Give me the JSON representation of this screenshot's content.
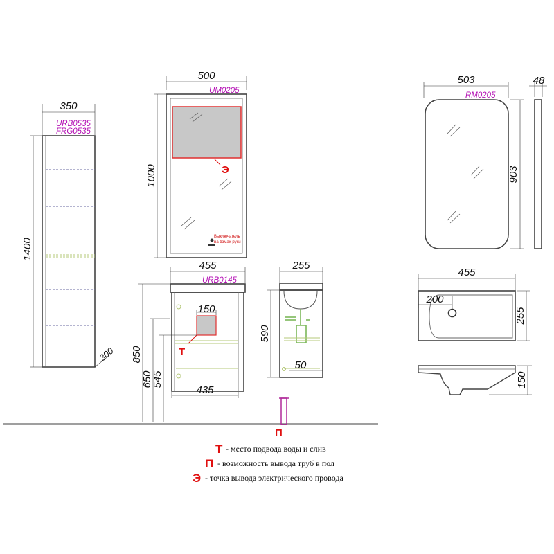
{
  "tall_cabinet": {
    "width": "350",
    "code_1": "URB0535",
    "code_2": "FRG0535",
    "height": "1400",
    "depth": "300"
  },
  "led_mirror": {
    "width": "500",
    "code": "UM0205",
    "height": "1000",
    "electric_marker": "Э",
    "switch_note_1": "Выключатель",
    "switch_note_2": "на взмах руки"
  },
  "vanity_front": {
    "width_top": "455",
    "code": "URB0145",
    "zone_width": "150",
    "water_marker": "Т",
    "height_850": "850",
    "height_650": "650",
    "height_545": "545",
    "width_bottom": "435"
  },
  "vanity_side": {
    "depth": "255",
    "height": "590",
    "plinth": "50"
  },
  "floor_pipe": {
    "marker": "П"
  },
  "round_mirror": {
    "width": "503",
    "code": "RM0205",
    "height": "903",
    "thickness": "48"
  },
  "basin_top": {
    "width": "455",
    "offset": "200",
    "depth": "255"
  },
  "basin_side": {
    "height": "150"
  },
  "legend": [
    {
      "mark": "Т",
      "text": "- место подвода воды и слив"
    },
    {
      "mark": "П",
      "text": "- возможность вывода труб в пол"
    },
    {
      "mark": "Э",
      "text": "- точка вывода электрического провода"
    }
  ],
  "colors": {
    "dimension_text": "#111111",
    "product_code": "#b40fb4",
    "marker": "#e01010",
    "zone_border": "#e03030",
    "shelf_line": "#6a6aa0"
  }
}
